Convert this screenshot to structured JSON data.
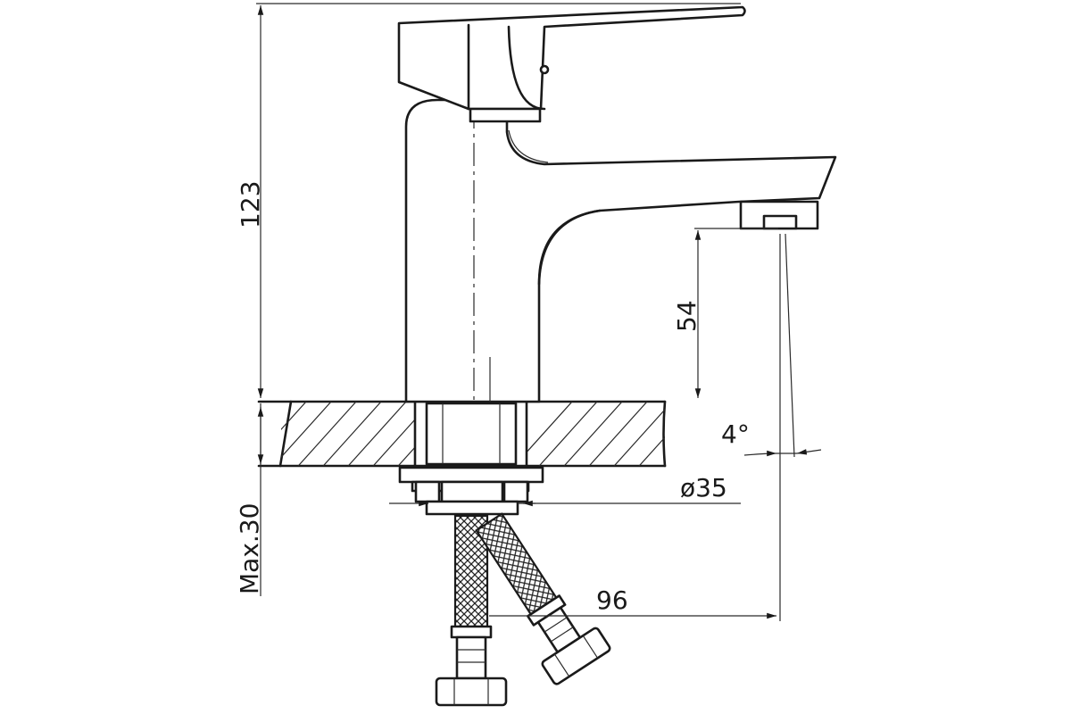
{
  "diagram": {
    "dimensions": {
      "total_height": "123",
      "spout_height": "54",
      "max_thickness": "Max.30",
      "diameter": "ø35",
      "reach": "96",
      "angle": "4°"
    },
    "colors": {
      "line": "#1a1a1a",
      "background": "#ffffff"
    }
  }
}
